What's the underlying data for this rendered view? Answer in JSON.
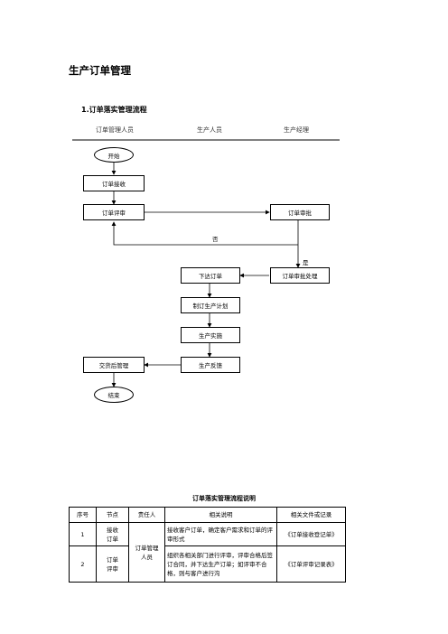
{
  "page_title": "生产订单管理",
  "section_title": "1.订单落实管理流程",
  "columns": [
    "订单管理人员",
    "生产人员",
    "生产经理"
  ],
  "flow": {
    "start": "开始",
    "receive": "订单接收",
    "review": "订单评审",
    "approve": "订单审批",
    "no_label": "否",
    "yes_label": "是",
    "approve_handle": "订单审批处理",
    "issue": "下达订单",
    "plan": "制订生产计划",
    "implement": "生产实施",
    "feedback": "生产反馈",
    "after_delivery": "交货后管理",
    "end": "结束"
  },
  "table": {
    "title": "订单落实管理流程说明",
    "headers": [
      "序号",
      "节点",
      "责任人",
      "相关说明",
      "相关文件或记录"
    ],
    "rows": [
      {
        "no": "1",
        "node": "接收\n订单",
        "desc": "接收客户订单，确定客户需求和订单的评审形式",
        "record": "《订单接收登记单》"
      },
      {
        "no": "2",
        "node": "订单\n评审",
        "desc": "组织各相关部门进行评审，评审合格后签订合同，并下达生产订单；如评审不合格，则与客户进行沟",
        "record": "《订单评审记录表》"
      }
    ],
    "owner": "订单管理\n人员"
  }
}
